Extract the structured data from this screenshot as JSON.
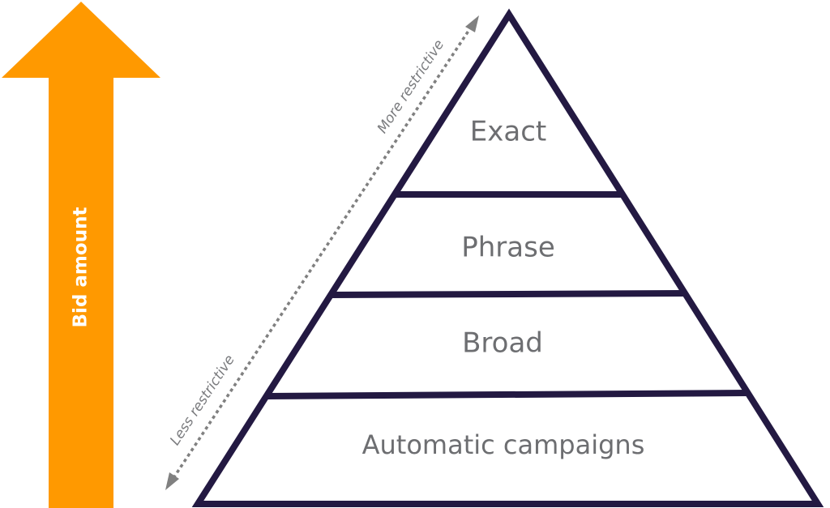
{
  "bid_arrow": {
    "label": "Bid amount",
    "color": "#ff9900"
  },
  "restrictiveness_axis": {
    "top_label": "More restrictive",
    "bottom_label": "Less restrictive",
    "color": "#808080"
  },
  "pyramid": {
    "outline_color": "#231942",
    "tiers": [
      {
        "label": "Exact"
      },
      {
        "label": "Phrase"
      },
      {
        "label": "Broad"
      },
      {
        "label": "Automatic campaigns"
      }
    ]
  }
}
